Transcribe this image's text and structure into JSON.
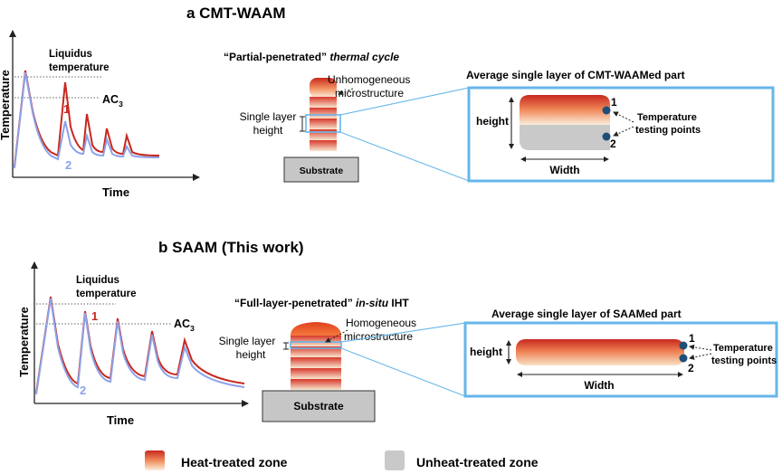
{
  "colors": {
    "curve1": "#c8281e",
    "curve2": "#8da2e8",
    "frame": "#66b6ea",
    "unheated": "#c9c9c9",
    "substrate": "#c6c6c6",
    "point": "#1f4e79",
    "heat_top": "#c8281e",
    "heat_mid": "#f08a5a",
    "heat_low": "#f8e3c8"
  },
  "section_a": {
    "title": "a  CMT-WAAM",
    "chart": {
      "ylabel": "Temperature",
      "xlabel": "Time",
      "liquidus_label_1": "Liquidus",
      "liquidus_label_2": "temperature",
      "ac3_label": "AC",
      "ac3_sub": "3",
      "curve1_label": "1",
      "curve2_label": "2"
    },
    "cycle_title_plain": "“Partial-penetrated” ",
    "cycle_title_italic": "thermal cycle",
    "micro_label_1": "Unhomogeneous",
    "micro_label_2": "microstructure",
    "layer_label_1": "Single layer",
    "layer_label_2": "height",
    "substrate_label": "Substrate",
    "detail_title": "Average single layer of CMT-WAAMed part",
    "height_label": "height",
    "width_label": "Width",
    "point1": "1",
    "point2": "2",
    "testing_label_1": "Temperature",
    "testing_label_2": "testing points"
  },
  "section_b": {
    "title": "b  SAAM (This work)",
    "chart": {
      "ylabel": "Temperature",
      "xlabel": "Time",
      "liquidus_label_1": "Liquidus",
      "liquidus_label_2": "temperature",
      "ac3_label": "AC",
      "ac3_sub": "3",
      "curve1_label": "1",
      "curve2_label": "2"
    },
    "cycle_title_plain": "“Full-layer-penetrated” ",
    "cycle_title_italic": "in-situ",
    "cycle_title_tail": " IHT",
    "micro_label_1": "Homogeneous",
    "micro_label_2": "microstructure",
    "layer_label_1": "Single layer",
    "layer_label_2": "height",
    "substrate_label": "Substrate",
    "detail_title": "Average single layer of SAAMed part",
    "height_label": "height",
    "width_label": "Width",
    "point1": "1",
    "point2": "2",
    "testing_label_1": "Temperature",
    "testing_label_2": "testing points"
  },
  "legend": {
    "heat_label": "Heat-treated zone",
    "unheat_label": "Unheat-treated zone"
  }
}
